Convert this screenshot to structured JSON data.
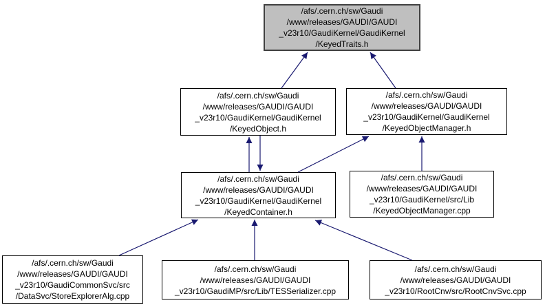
{
  "diagram": {
    "kind": "include-dependency-graph",
    "edge_color": "#191970",
    "highlight_fill": "#bfbfbf",
    "highlight_border": "#404040",
    "node_fill": "#ffffff",
    "node_border": "#000000",
    "text_color": "#000000"
  },
  "nodes": [
    {
      "id": "keyed-traits-h",
      "highlighted": true,
      "lines": [
        "/afs/.cern.ch/sw/Gaudi",
        "/www/releases/GAUDI/GAUDI",
        "_v23r10/GaudiKernel/GaudiKernel",
        "/KeyedTraits.h"
      ]
    },
    {
      "id": "keyed-object-h",
      "highlighted": false,
      "lines": [
        "/afs/.cern.ch/sw/Gaudi",
        "/www/releases/GAUDI/GAUDI",
        "_v23r10/GaudiKernel/GaudiKernel",
        "/KeyedObject.h"
      ]
    },
    {
      "id": "keyed-object-manager-h",
      "highlighted": false,
      "lines": [
        "/afs/.cern.ch/sw/Gaudi",
        "/www/releases/GAUDI/GAUDI",
        "_v23r10/GaudiKernel/GaudiKernel",
        "/KeyedObjectManager.h"
      ]
    },
    {
      "id": "keyed-container-h",
      "highlighted": false,
      "lines": [
        "/afs/.cern.ch/sw/Gaudi",
        "/www/releases/GAUDI/GAUDI",
        "_v23r10/GaudiKernel/GaudiKernel",
        "/KeyedContainer.h"
      ]
    },
    {
      "id": "keyed-object-manager-cpp",
      "highlighted": false,
      "lines": [
        "/afs/.cern.ch/sw/Gaudi",
        "/www/releases/GAUDI/GAUDI",
        "_v23r10/GaudiKernel/src/Lib",
        "/KeyedObjectManager.cpp"
      ]
    },
    {
      "id": "store-explorer-alg-cpp",
      "highlighted": false,
      "lines": [
        "/afs/.cern.ch/sw/Gaudi",
        "/www/releases/GAUDI/GAUDI",
        "_v23r10/GaudiCommonSvc/src",
        "/DataSvc/StoreExplorerAlg.cpp"
      ]
    },
    {
      "id": "tes-serializer-cpp",
      "highlighted": false,
      "lines": [
        "/afs/.cern.ch/sw/Gaudi",
        "/www/releases/GAUDI/GAUDI",
        "_v23r10/GaudiMP/src/Lib/TESSerializer.cpp"
      ]
    },
    {
      "id": "root-cnv-svc-cpp",
      "highlighted": false,
      "lines": [
        "/afs/.cern.ch/sw/Gaudi",
        "/www/releases/GAUDI/GAUDI",
        "_v23r10/RootCnv/src/RootCnvSvc.cpp"
      ]
    }
  ],
  "edges": [
    {
      "from": "keyed-object-h",
      "to": "keyed-traits-h"
    },
    {
      "from": "keyed-object-manager-h",
      "to": "keyed-traits-h"
    },
    {
      "from": "keyed-container-h",
      "to": "keyed-object-h"
    },
    {
      "from": "keyed-object-h",
      "to": "keyed-container-h"
    },
    {
      "from": "keyed-container-h",
      "to": "keyed-object-manager-h"
    },
    {
      "from": "keyed-object-manager-cpp",
      "to": "keyed-object-manager-h"
    },
    {
      "from": "store-explorer-alg-cpp",
      "to": "keyed-container-h"
    },
    {
      "from": "tes-serializer-cpp",
      "to": "keyed-container-h"
    },
    {
      "from": "root-cnv-svc-cpp",
      "to": "keyed-container-h"
    }
  ]
}
